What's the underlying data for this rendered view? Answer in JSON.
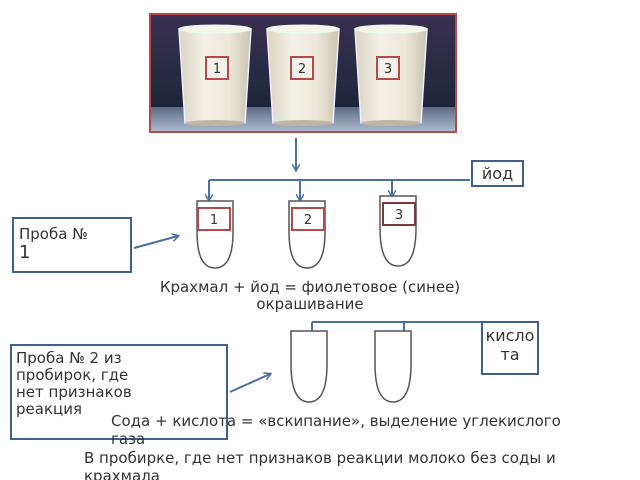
{
  "photo": {
    "labels": [
      "1",
      "2",
      "3"
    ]
  },
  "reagents": {
    "iodine": "йод",
    "acid": "кислота"
  },
  "tubes": {
    "top_labels": [
      "1",
      "2",
      "3"
    ]
  },
  "sample1": {
    "line1": "Проба №",
    "line2": "1"
  },
  "sample2": {
    "text": "Проба № 2 из пробирок, где нет признаков реакция"
  },
  "reactions": {
    "starch_iodine": "Крахмал + йод = фиолетовое (синее) окрашивание",
    "soda_acid": "Сода + кислота = «вскипание», выделение углекислого газа",
    "conclusion": "В пробирке, где нет признаков реакции молоко без соды и крахмала"
  },
  "colors": {
    "arrow": "#4a6fa5",
    "box_border": "#3f5f8f",
    "label_border": "#b54a4a"
  }
}
